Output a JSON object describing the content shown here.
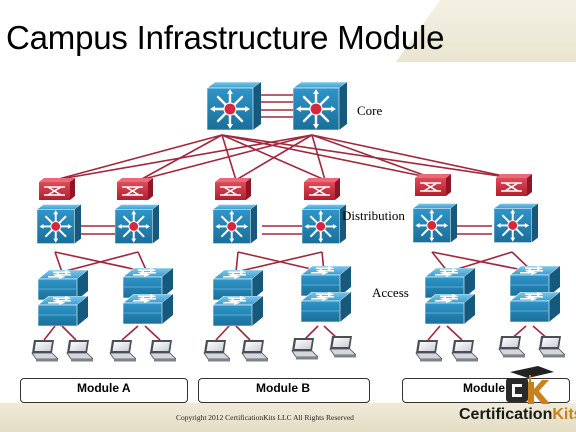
{
  "header": {
    "title": "Campus Infrastructure Module"
  },
  "tiers": {
    "core": "Core",
    "distribution": "Distribution",
    "access": "Access"
  },
  "modules": [
    {
      "label": "Module A"
    },
    {
      "label": "Module B"
    },
    {
      "label": "Module"
    }
  ],
  "footer": {
    "copyright": "Copyright 2012 CertificationKits LLC  All Rights Reserved",
    "brand_part1": "Certification",
    "brand_part2": "Kits"
  },
  "colors": {
    "link": "#a0283c",
    "switch_blue": "#2f95c8",
    "switch_dark": "#1a6f9a",
    "router_red": "#c62839"
  }
}
